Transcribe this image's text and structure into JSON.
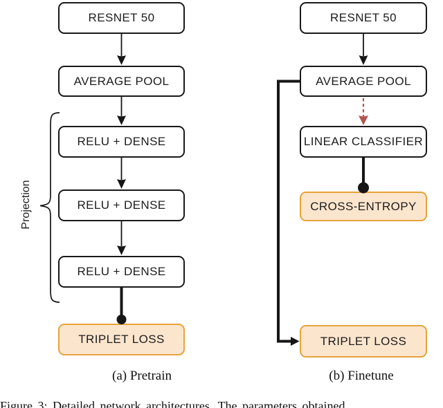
{
  "figure": {
    "caption": "Figure 3: Detailed network architectures.  The parameters obtained"
  },
  "pretrain": {
    "caption": "(a) Pretrain",
    "brace_label": "Projection",
    "nodes": [
      {
        "label": "RESNET 50",
        "highlighted": false
      },
      {
        "label": "AVERAGE POOL",
        "highlighted": false
      },
      {
        "label": "RELU + DENSE",
        "highlighted": false
      },
      {
        "label": "RELU + DENSE",
        "highlighted": false
      },
      {
        "label": "RELU + DENSE",
        "highlighted": false
      },
      {
        "label": "TRIPLET LOSS",
        "highlighted": true
      }
    ]
  },
  "finetune": {
    "caption": "(b) Finetune",
    "nodes": [
      {
        "label": "RESNET 50",
        "highlighted": false
      },
      {
        "label": "AVERAGE POOL",
        "highlighted": false
      },
      {
        "label": "LINEAR CLASSIFIER",
        "highlighted": false
      },
      {
        "label": "CROSS-ENTROPY",
        "highlighted": true
      },
      {
        "label": "TRIPLET LOSS",
        "highlighted": true
      }
    ]
  },
  "colors": {
    "accent_fill": "#fce5cd",
    "accent_border": "#e6a33c",
    "dashed_arrow": "#b25551",
    "line": "#161616"
  }
}
